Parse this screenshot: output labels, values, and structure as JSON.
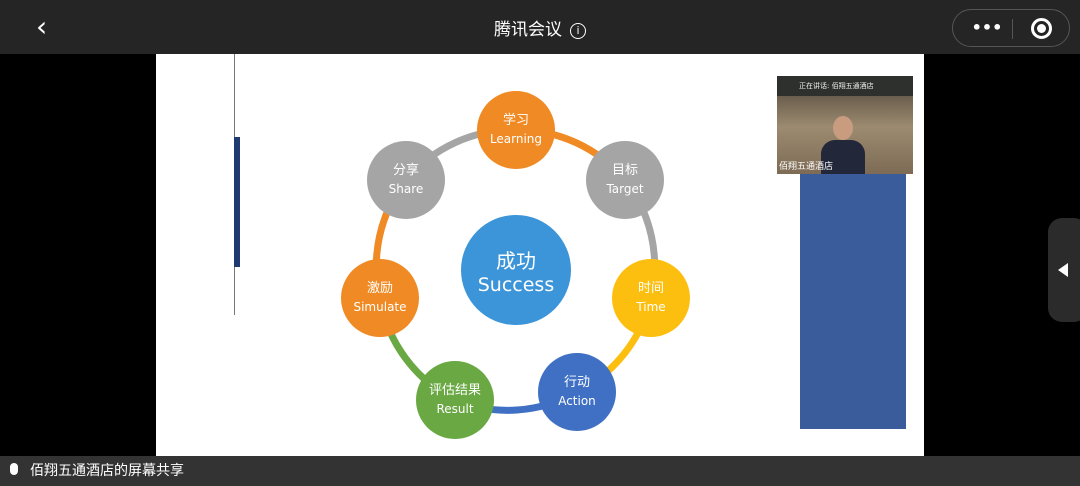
{
  "header": {
    "title": "腾讯会议",
    "back_icon": "‹",
    "info_icon": "i",
    "more_icon": "•••"
  },
  "slide": {
    "center": {
      "zh": "成功",
      "en": "Success"
    },
    "nodes": [
      {
        "zh": "学习",
        "en": "Learning",
        "color": "#f08a24"
      },
      {
        "zh": "目标",
        "en": "Target",
        "color": "#a5a5a5"
      },
      {
        "zh": "时间",
        "en": "Time",
        "color": "#fdbf0f"
      },
      {
        "zh": "行动",
        "en": "Action",
        "color": "#3f70c4"
      },
      {
        "zh": "评估结果",
        "en": "Result",
        "color": "#6aa843"
      },
      {
        "zh": "激励",
        "en": "Simulate",
        "color": "#f08a24"
      },
      {
        "zh": "分享",
        "en": "Share",
        "color": "#a5a5a5"
      }
    ]
  },
  "video": {
    "speaking": "正在讲话: 佰翔五通酒店",
    "name": "佰翔五通酒店"
  },
  "footer": {
    "share_label": "佰翔五通酒店的屏幕共享"
  }
}
